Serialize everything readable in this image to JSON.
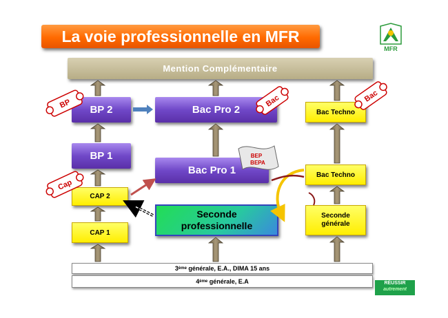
{
  "title": "La voie professionnelle en MFR",
  "logo": {
    "text": "MFR",
    "icon": "mfr-logo-icon"
  },
  "mention": "Mention Complémentaire",
  "boxes": {
    "bp2": "BP 2",
    "bp1": "BP 1",
    "cap2": "CAP 2",
    "cap1": "CAP 1",
    "bac_pro_2": "Bac Pro 2",
    "bac_pro_1": "Bac Pro 1",
    "seconde_pro_line1": "Seconde",
    "seconde_pro_line2": "professionnelle",
    "bac_techno_top": "Bac Techno",
    "bac_techno_mid": "Bac Techno",
    "seconde_gen_line1": "Seconde",
    "seconde_gen_line2": "générale"
  },
  "bottom": {
    "row1_sup": "ème",
    "row1_num": "3",
    "row1_rest": " générale, E.A., DIMA 15 ans",
    "row2_sup": "ème",
    "row2_num": "4",
    "row2_rest": " générale, E.A"
  },
  "diplomas": {
    "bp": "BP",
    "cap": "Cap",
    "bac_center": "Bac",
    "bac_right": "Bac",
    "bep_line1": "BEP",
    "bep_line2": "BEPA"
  },
  "footer": {
    "line1": "RÉUSSIR",
    "line2": "autrement"
  },
  "colors": {
    "title_orange": "#ff6a00",
    "purple": "#7048c8",
    "yellow": "#ffee00",
    "mention_khaki": "#c4bb97",
    "green": "#22dd55",
    "arrow_brown": "#8b7d5c",
    "diploma_red": "#cc0000",
    "reussir_green": "#1fa14a"
  }
}
